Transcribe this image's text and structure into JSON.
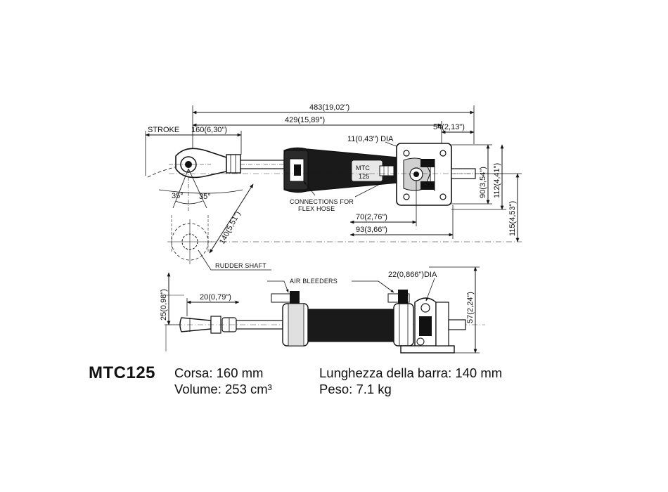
{
  "dimensions": {
    "overall": "483(19,02\")",
    "length2": "429(15,89\")",
    "stroke_label": "STROKE",
    "stroke": "160(6,30\")",
    "right_end": "54(2,13\")",
    "dia_small": "11(0,43\") DIA",
    "d90": "90(3,54\")",
    "d112": "112(4,41\")",
    "d115": "115(4,53\")",
    "d70": "70(2,76\")",
    "d93": "93(3,66\")",
    "d140": "140(5,51\")",
    "angle_a": "35°",
    "angle_b": "35°",
    "d25": "25(0,98\")",
    "d20": "20(0,79\")",
    "dia_large": "22(0,866\")DIA",
    "d57": "57(2,24\")"
  },
  "labels": {
    "model_mark_1": "MTC",
    "model_mark_2": "125",
    "connections_1": "CONNECTIONS FOR",
    "connections_2": "FLEX HOSE",
    "rudder_shaft": "RUDDER SHAFT",
    "air_bleeders": "AIR BLEEDERS"
  },
  "specs": {
    "model": "MTC125",
    "corsa": "Corsa: 160 mm",
    "volume": "Volume: 253 cm³",
    "lunghezza": "Lunghezza della barra: 140 mm",
    "peso": "Peso: 7.1 kg"
  }
}
